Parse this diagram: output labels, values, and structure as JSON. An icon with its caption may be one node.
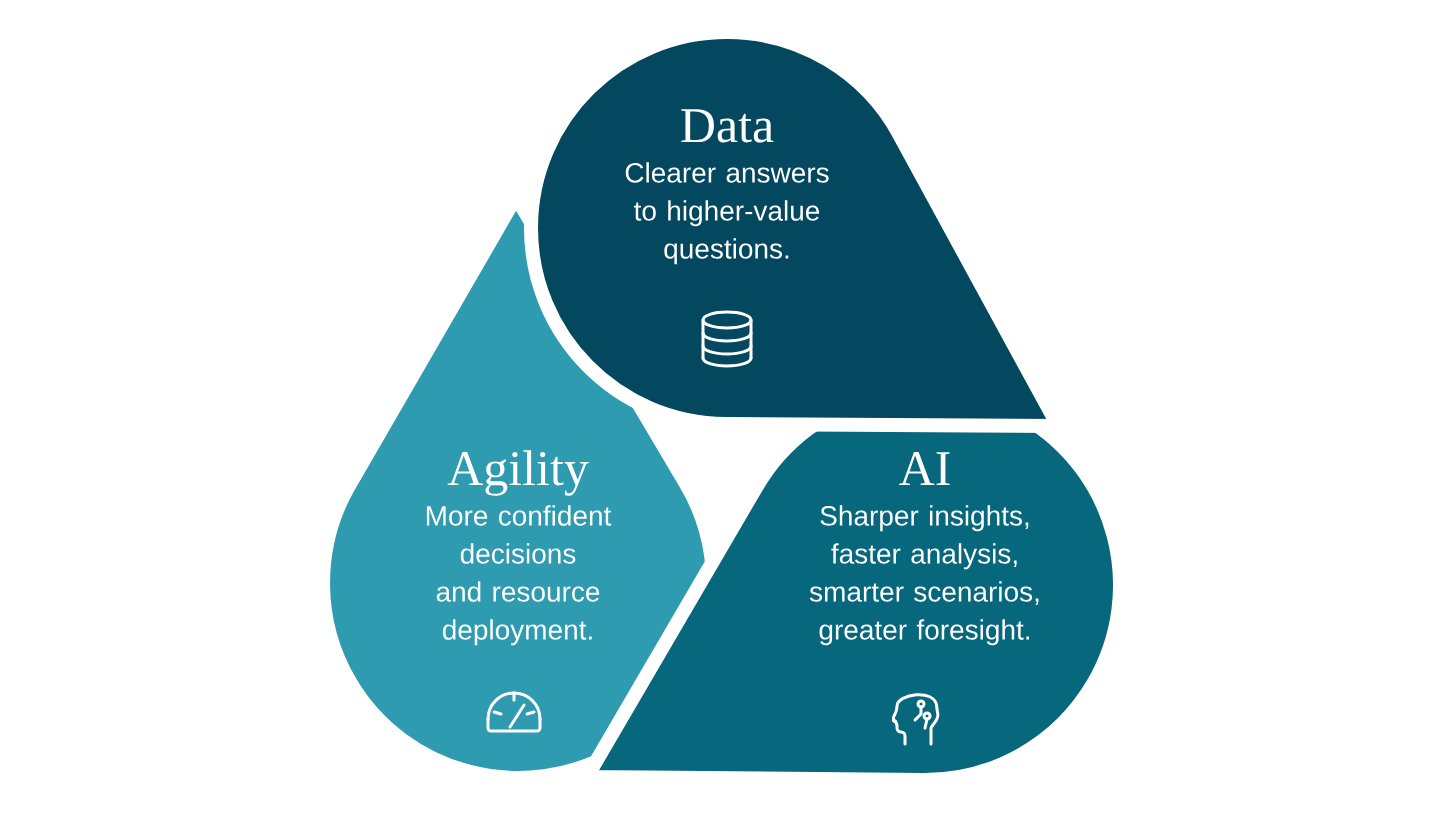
{
  "diagram": {
    "nodes": [
      {
        "text": [
          "Data",
          "Clearer answers to higher-value questions."
        ]
      },
      {
        "text": [
          "Agility",
          "More confident decisions and resource deployment."
        ]
      },
      {
        "text": [
          "AI",
          "Sharper insights, faster analysis, smarter scenarios, greater foresight."
        ]
      }
    ]
  }
}
